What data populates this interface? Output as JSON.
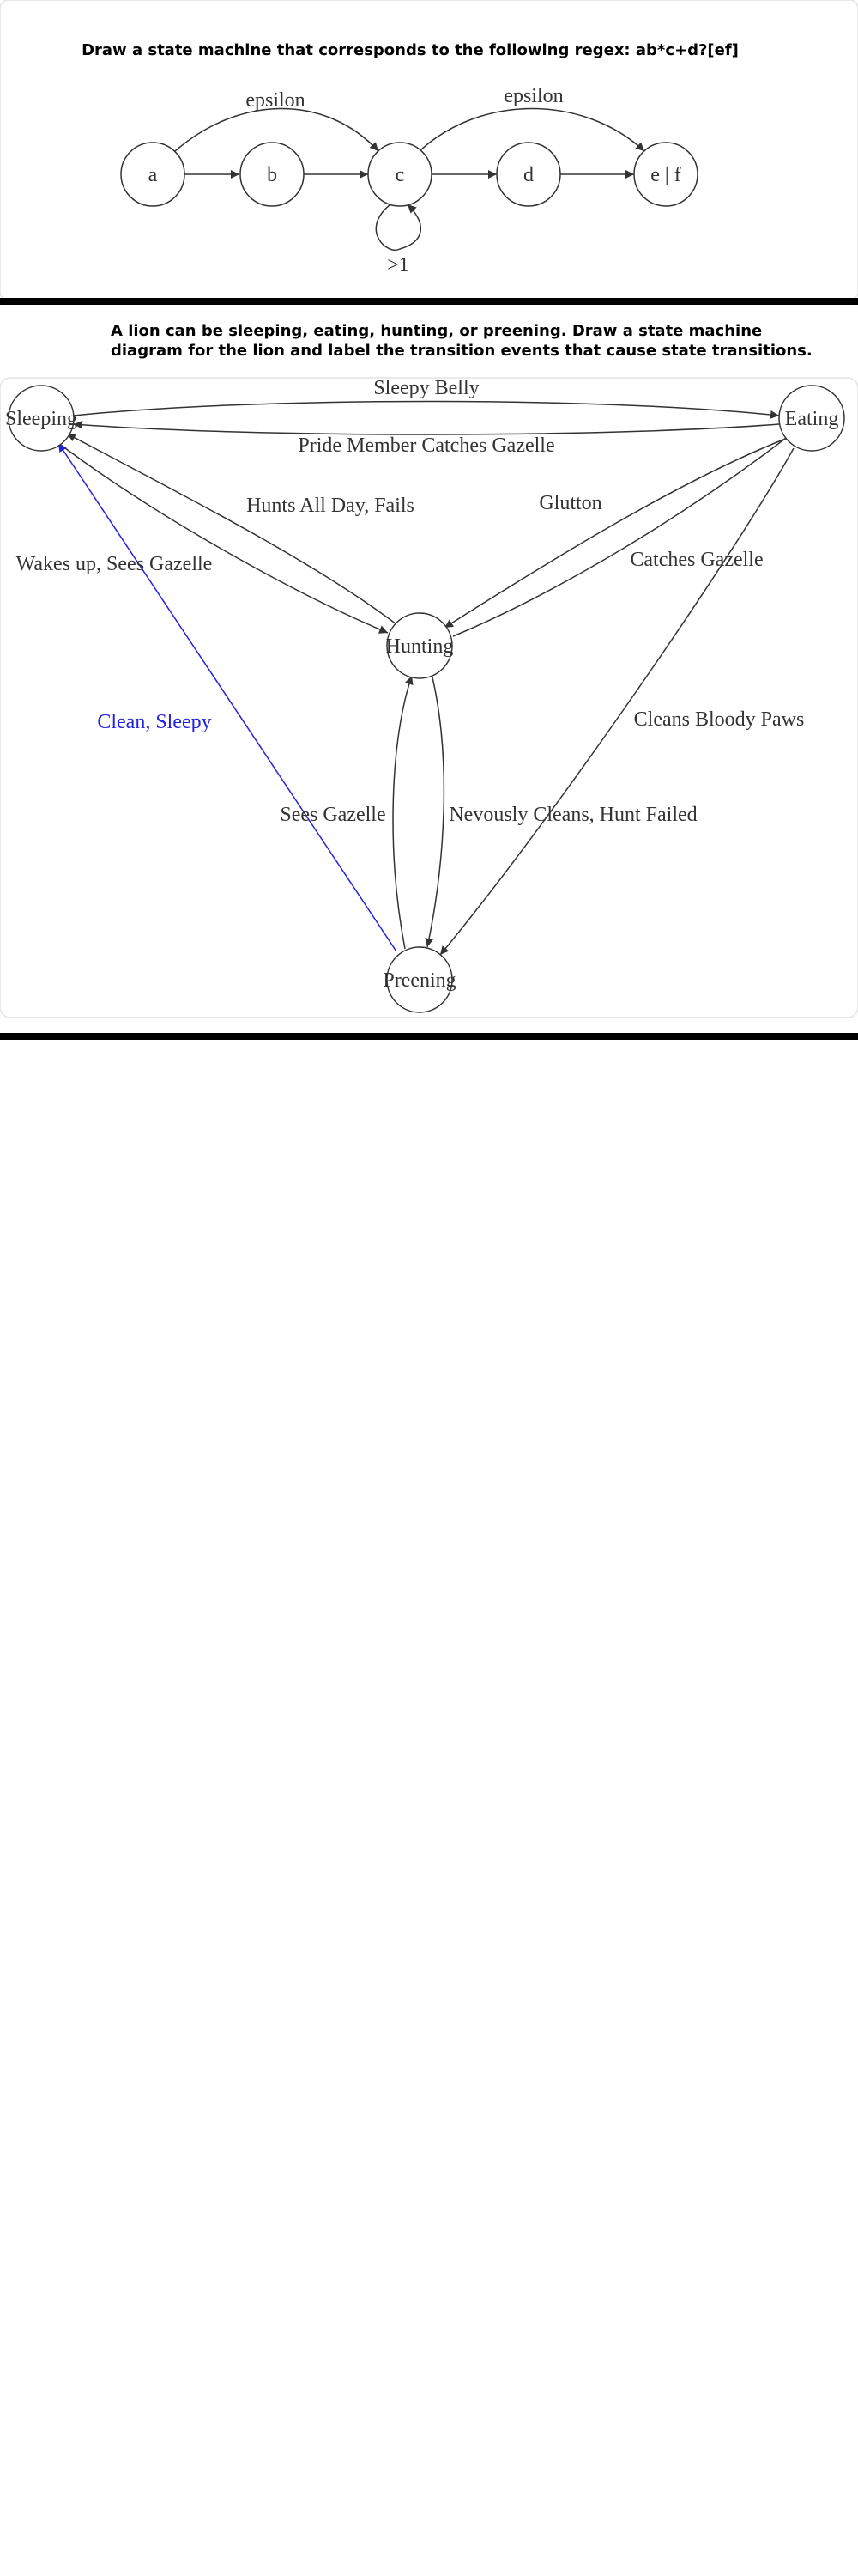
{
  "diagram1": {
    "prompt": "Draw a state machine that corresponds to the following regex: ab*c+d?[ef]",
    "nodes": {
      "a": "a",
      "b": "b",
      "c": "c",
      "d": "d",
      "ef": "e | f"
    },
    "edge_labels": {
      "a_c": "epsilon",
      "c_ef": "epsilon",
      "c_loop": ">1"
    }
  },
  "diagram2": {
    "prompt_line1": "A lion can be sleeping, eating, hunting, or preening. Draw a state machine",
    "prompt_line2": "diagram for the lion and label the transition events that cause state transitions.",
    "nodes": {
      "sleeping": "Sleeping",
      "eating": "Eating",
      "hunting": "Hunting",
      "preening": "Preening"
    },
    "edge_labels": {
      "sleeping_eating": "Sleepy Belly",
      "eating_sleeping": "Pride Member Catches Gazelle",
      "hunting_sleeping": "Hunts All Day, Fails",
      "sleeping_hunting": "Wakes up, Sees Gazelle",
      "hunting_eating": "Glutton",
      "eating_hunting": "Catches Gazelle",
      "preening_sleeping": "Clean, Sleepy",
      "eating_preening": "Cleans Bloody Paws",
      "preening_hunting": "Sees Gazelle",
      "hunting_preening": "Nevously Cleans, Hunt Failed"
    }
  },
  "colors": {
    "stroke": "#333333",
    "highlight_edge": "#2222dd",
    "divider": "#000000",
    "panel_border": "#e4e4e4"
  }
}
